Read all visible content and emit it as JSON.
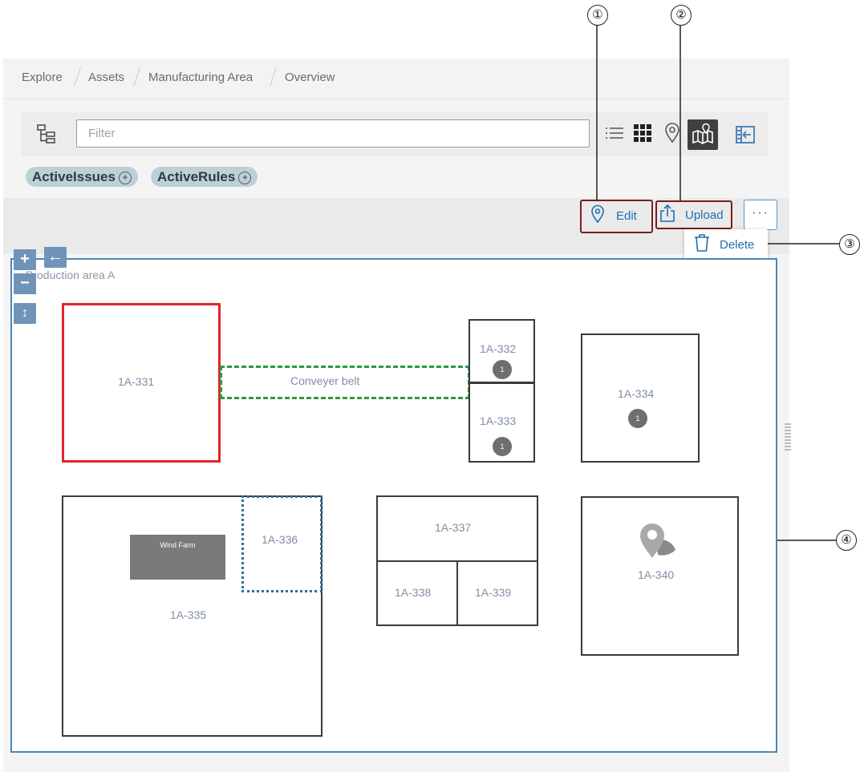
{
  "breadcrumb": [
    "Explore",
    "Assets",
    "Manufacturing Area",
    "Overview"
  ],
  "filter": {
    "placeholder": "Filter"
  },
  "chips": [
    {
      "label": "ActiveIssues"
    },
    {
      "label": "ActiveRules"
    }
  ],
  "actions": {
    "edit_label": "Edit",
    "upload_label": "Upload",
    "more_label": "···",
    "delete_label": "Delete"
  },
  "map": {
    "area_title": "Production area A",
    "conveyor_label": "Conveyer belt",
    "wind_farm_label": "Wind Farm",
    "rooms": {
      "r331": "1A-331",
      "r332": "1A-332",
      "r333": "1A-333",
      "r334": "1A-334",
      "r335": "1A-335",
      "r336": "1A-336",
      "r337": "1A-337",
      "r338": "1A-338",
      "r339": "1A-339",
      "r340": "1A-340"
    },
    "badges": {
      "r332": "1",
      "r333": "1",
      "r334": "1"
    },
    "zoom": {
      "in": "+",
      "out": "−",
      "back": "←",
      "fit": "↕"
    }
  },
  "callouts": {
    "c1": "①",
    "c2": "②",
    "c3": "③",
    "c4": "④"
  },
  "colors": {
    "accent": "#1f6fb2",
    "alert_border": "#e0242c",
    "conveyor_border": "#2e9a3e",
    "selected_room_border": "#2c6e99",
    "callout_border": "#7a1e1e",
    "map_border": "#4b86b4"
  },
  "icons": {
    "tree": "hierarchy-icon",
    "list": "list-view-icon",
    "grid": "grid-view-icon",
    "pin": "location-pin-icon",
    "map": "map-view-icon",
    "collapse": "collapse-panel-icon",
    "edit": "location-pin-icon",
    "upload": "upload-icon",
    "delete": "trash-icon"
  }
}
